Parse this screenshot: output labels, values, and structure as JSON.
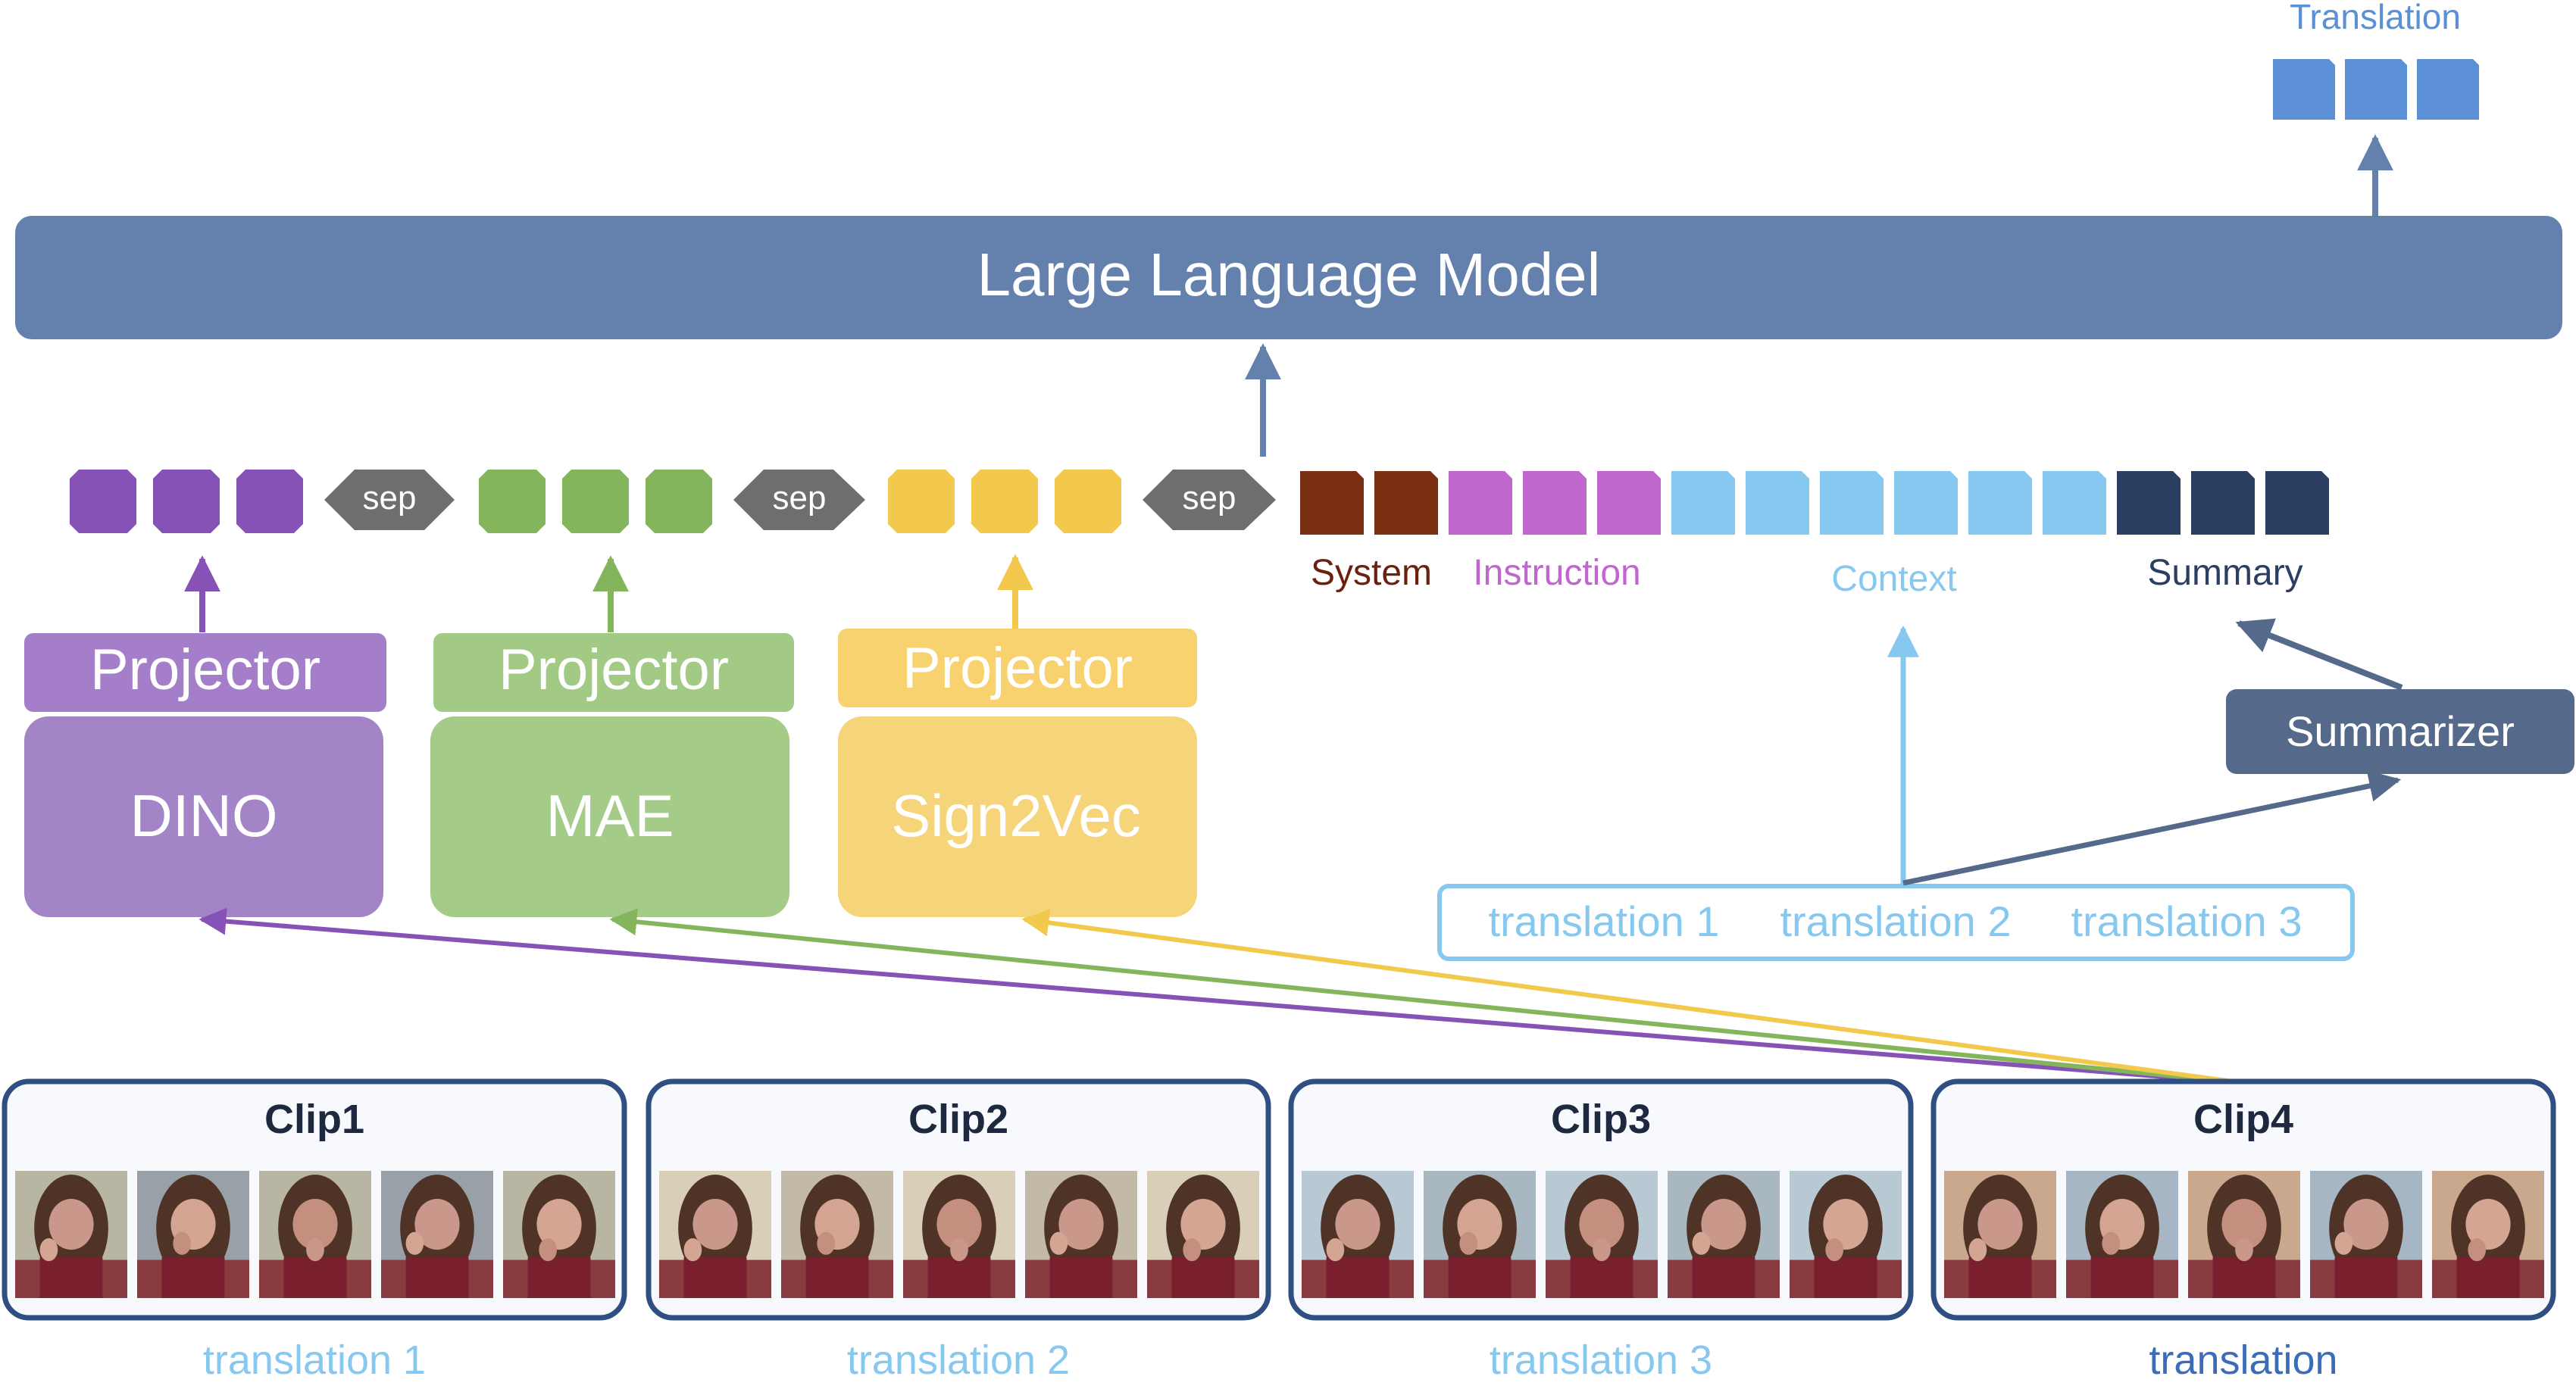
{
  "output": {
    "label": "Translation",
    "color": "#5b8fd6"
  },
  "llm": {
    "label": "Large Language Model",
    "color": "#6481ad"
  },
  "sep_label": "sep",
  "encoders": [
    {
      "key": "dino",
      "projector": "Projector",
      "name": "DINO",
      "dark": "#8652b6",
      "proj": "#a57ec9",
      "body": "#a385c7"
    },
    {
      "key": "mae",
      "projector": "Projector",
      "name": "MAE",
      "dark": "#84b55d",
      "proj": "#a2ca85",
      "body": "#a4cc88"
    },
    {
      "key": "sign2vec",
      "projector": "Projector",
      "name": "Sign2Vec",
      "dark": "#f2c94c",
      "proj": "#f7d26e",
      "body": "#f6d47a"
    }
  ],
  "prompt_tokens": [
    {
      "key": "system",
      "label": "System",
      "count": 2,
      "color": "#7a2f13",
      "label_color": "#6b2010"
    },
    {
      "key": "instruction",
      "label": "Instruction",
      "count": 3,
      "color": "#c166cf",
      "label_color": "#c166cf"
    },
    {
      "key": "context",
      "label": "Context",
      "count": 6,
      "color": "#86c8f0",
      "label_color": "#86c8f0"
    },
    {
      "key": "summary",
      "label": "Summary",
      "count": 3,
      "color": "#2b3f63",
      "label_color": "#2b3f63"
    }
  ],
  "summarizer": {
    "label": "Summarizer",
    "color": "#55698b"
  },
  "history": [
    "translation 1",
    "translation 2",
    "translation 3"
  ],
  "clips": [
    {
      "title": "Clip1",
      "caption": "translation 1",
      "caption_color": "#86c8f0"
    },
    {
      "title": "Clip2",
      "caption": "translation 2",
      "caption_color": "#86c8f0"
    },
    {
      "title": "Clip3",
      "caption": "translation 3",
      "caption_color": "#86c8f0"
    },
    {
      "title": "Clip4",
      "caption": "translation",
      "caption_color": "#3a6db8"
    }
  ]
}
